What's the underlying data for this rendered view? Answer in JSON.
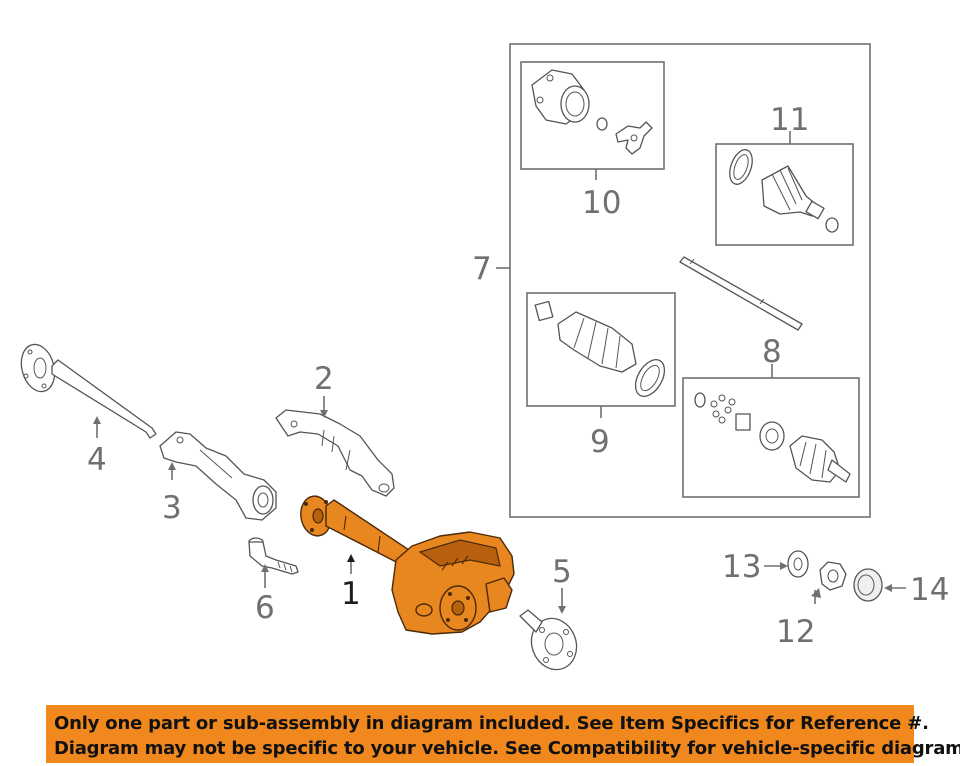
{
  "callouts": {
    "c1": "1",
    "c2": "2",
    "c3": "3",
    "c4": "4",
    "c5": "5",
    "c6": "6",
    "c7": "7",
    "c8": "8",
    "c9": "9",
    "c10": "10",
    "c11": "11",
    "c12": "12",
    "c13": "13",
    "c14": "14"
  },
  "banner": {
    "line1": "Only one part or sub-assembly in diagram included. See Item Specifics for Reference #.",
    "line2": "Diagram may not be specific to your vehicle. See Compatibility for vehicle-specific diagrams."
  },
  "colors": {
    "highlight": "#e8861f",
    "banner": "#f0881e",
    "callout": "#707070"
  }
}
